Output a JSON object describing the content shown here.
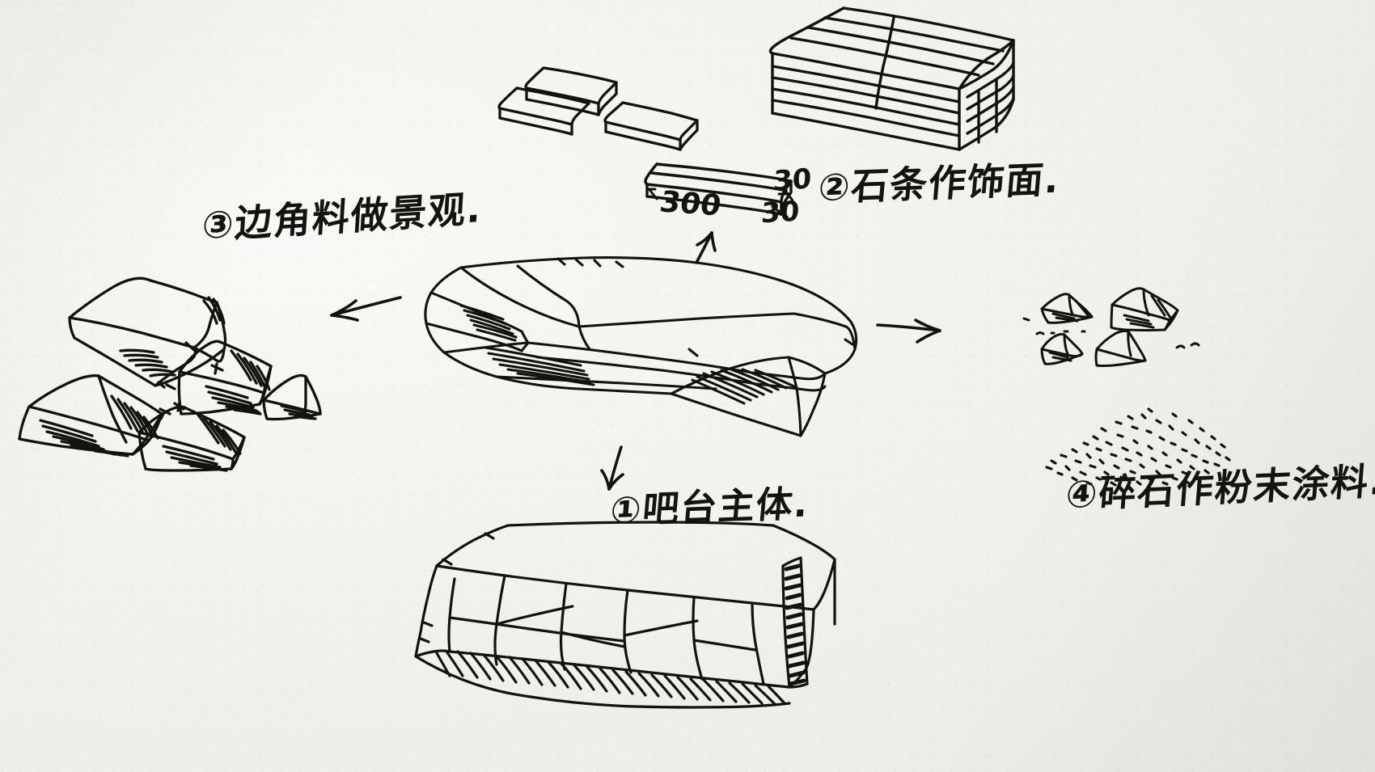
{
  "document": {
    "kind": "hand-drawn architectural concept sketch",
    "medium": "black ink pen on off-white paper",
    "subject": "Bar counter built from stone slabs and stone strips",
    "paper_color": "#f2f0ec",
    "ink_color": "#14120f"
  },
  "annotations": {
    "item1": {
      "number": "①",
      "text": "吧台主体",
      "full": "①吧台主体."
    },
    "item2": {
      "number": "②",
      "text": "石条作饰面",
      "full": "②石条作饰面."
    },
    "item3": {
      "number": "③",
      "text": "边角料做景观",
      "full": "③边角料做景观."
    },
    "item4": {
      "number": "④",
      "text": "碎石作粉末涂料",
      "full": "④碎石作粉末涂料."
    }
  },
  "dimensions": {
    "length": "300",
    "height": "30",
    "depth": "30"
  },
  "drawings": [
    {
      "name": "stacked-slab-stack",
      "label": "stack of thin stone slabs, top-right"
    },
    {
      "name": "stone-strip-small-a",
      "label": "small stone strip bar"
    },
    {
      "name": "stone-strip-small-b",
      "label": "small stone strip bar"
    },
    {
      "name": "stone-strip-small-c",
      "label": "small stone strip bar"
    },
    {
      "name": "stone-strip-dimensioned",
      "label": "dimensioned stone strip 300 x 30 x 30"
    },
    {
      "name": "bar-counter-plan-massing",
      "label": "central faceted stone mass, plan-ish view"
    },
    {
      "name": "bar-counter-perspective",
      "label": "bottom perspective of bar counter with hatched base"
    },
    {
      "name": "offcut-fragments-left",
      "label": "group of five angular stone offcuts"
    },
    {
      "name": "offcut-fragments-right",
      "label": "group of small offcuts with gravel pile"
    },
    {
      "name": "gravel-pile",
      "label": "scattered crushed-stone stipple pile"
    }
  ],
  "arrows": [
    {
      "name": "arrow-left",
      "direction": "left",
      "from": "central mass",
      "to": "offcut fragments group"
    },
    {
      "name": "arrow-right",
      "direction": "right",
      "from": "central mass",
      "to": "crushed stone group"
    },
    {
      "name": "arrow-up",
      "direction": "up",
      "from": "central mass",
      "to": "stone strips"
    },
    {
      "name": "arrow-down",
      "direction": "down",
      "from": "central mass",
      "to": "bar counter perspective"
    }
  ]
}
